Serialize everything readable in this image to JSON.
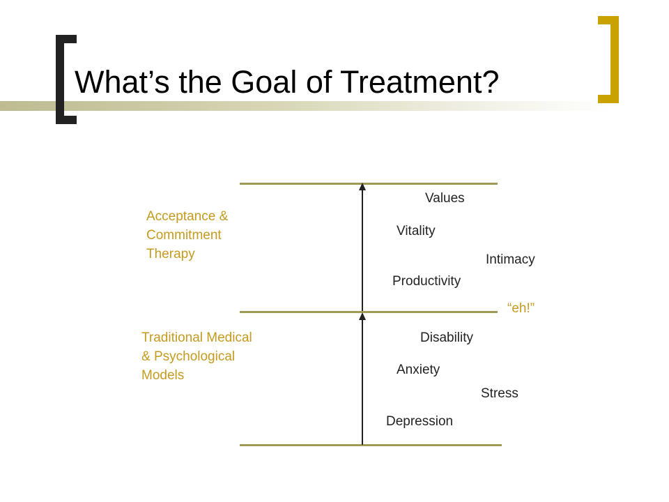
{
  "title": "What’s the Goal of Treatment?",
  "upper_model": {
    "lines": [
      "Acceptance &",
      "Commitment",
      "Therapy"
    ],
    "items": [
      "Values",
      "Vitality",
      "Intimacy",
      "Productivity"
    ]
  },
  "divider_label": "“eh!”",
  "lower_model": {
    "lines": [
      "Traditional Medical",
      "& Psychological",
      "Models"
    ],
    "items": [
      "Disability",
      "Anxiety",
      "Stress",
      "Depression"
    ]
  },
  "colors": {
    "accent_gold": "#c49a1f",
    "bracket_gold": "#c9a200",
    "rule_olive": "#a19a55",
    "title_bar": "#bdbb8f"
  },
  "icons": [
    "upward-arrow-icon",
    "upward-arrow-icon"
  ]
}
